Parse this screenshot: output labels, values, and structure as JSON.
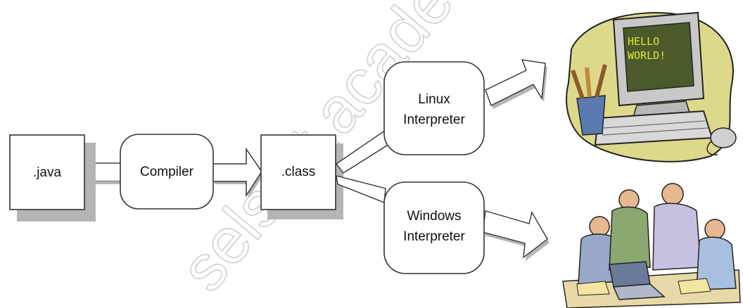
{
  "diagram": {
    "nodes": {
      "java": ".java",
      "compiler": "Compiler",
      "class": ".class",
      "linux": [
        "Linux",
        "Interpreter"
      ],
      "windows": [
        "Windows",
        "Interpreter"
      ]
    },
    "computer_screen": [
      "HELLO",
      "WORLD!"
    ],
    "watermark": "selsoft.academy"
  },
  "colors": {
    "box_fill": "#ffffff",
    "box_stroke": "#333333",
    "shadow": "#b5b5b5",
    "blob": "#ddd98a",
    "monitor": "#c8c8c8",
    "screen": "#4a5a2a"
  }
}
